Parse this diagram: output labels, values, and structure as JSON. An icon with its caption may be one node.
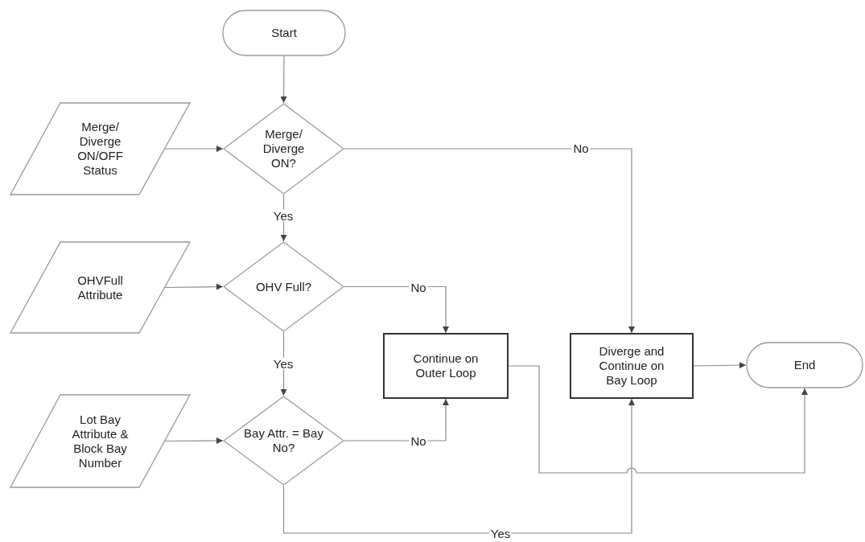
{
  "diagram": {
    "nodes": [
      {
        "text": [
          "Start"
        ]
      },
      {
        "text": [
          "Merge/ Diverge ON/OFF Status"
        ]
      },
      {
        "text": [
          "Merge/ Diverge ON?"
        ]
      },
      {
        "text": [
          "OHVFull Attribute"
        ]
      },
      {
        "text": [
          "OHV Full?"
        ]
      },
      {
        "text": [
          "Lot Bay Attribute & Block Bay Number"
        ]
      },
      {
        "text": [
          "Bay Attr. = Bay No?"
        ]
      },
      {
        "text": [
          "Continue on Outer Loop"
        ]
      },
      {
        "text": [
          "Diverge and Continue on Bay Loop"
        ]
      },
      {
        "text": [
          "End"
        ]
      }
    ],
    "edges": [
      {
        "from": 0,
        "to": 2,
        "arrow": "to"
      },
      {
        "from": 1,
        "to": 2,
        "arrow": "to"
      },
      {
        "from": 2,
        "to": 4,
        "arrow": "to",
        "label": "Yes"
      },
      {
        "from": 3,
        "to": 4,
        "arrow": "to"
      },
      {
        "from": 4,
        "to": 7,
        "arrow": "to",
        "label": "No"
      },
      {
        "from": 4,
        "to": 6,
        "arrow": "to",
        "label": "Yes"
      },
      {
        "from": 5,
        "to": 6,
        "arrow": "to"
      },
      {
        "from": 6,
        "to": 7,
        "arrow": "to",
        "label": "No"
      },
      {
        "from": 6,
        "to": 8,
        "arrow": "to",
        "label": "Yes"
      },
      {
        "from": 2,
        "to": 8,
        "arrow": "to",
        "label": "No"
      },
      {
        "from": 8,
        "to": 9,
        "arrow": "to"
      },
      {
        "from": 7,
        "to": 9,
        "arrow": "to"
      }
    ]
  }
}
